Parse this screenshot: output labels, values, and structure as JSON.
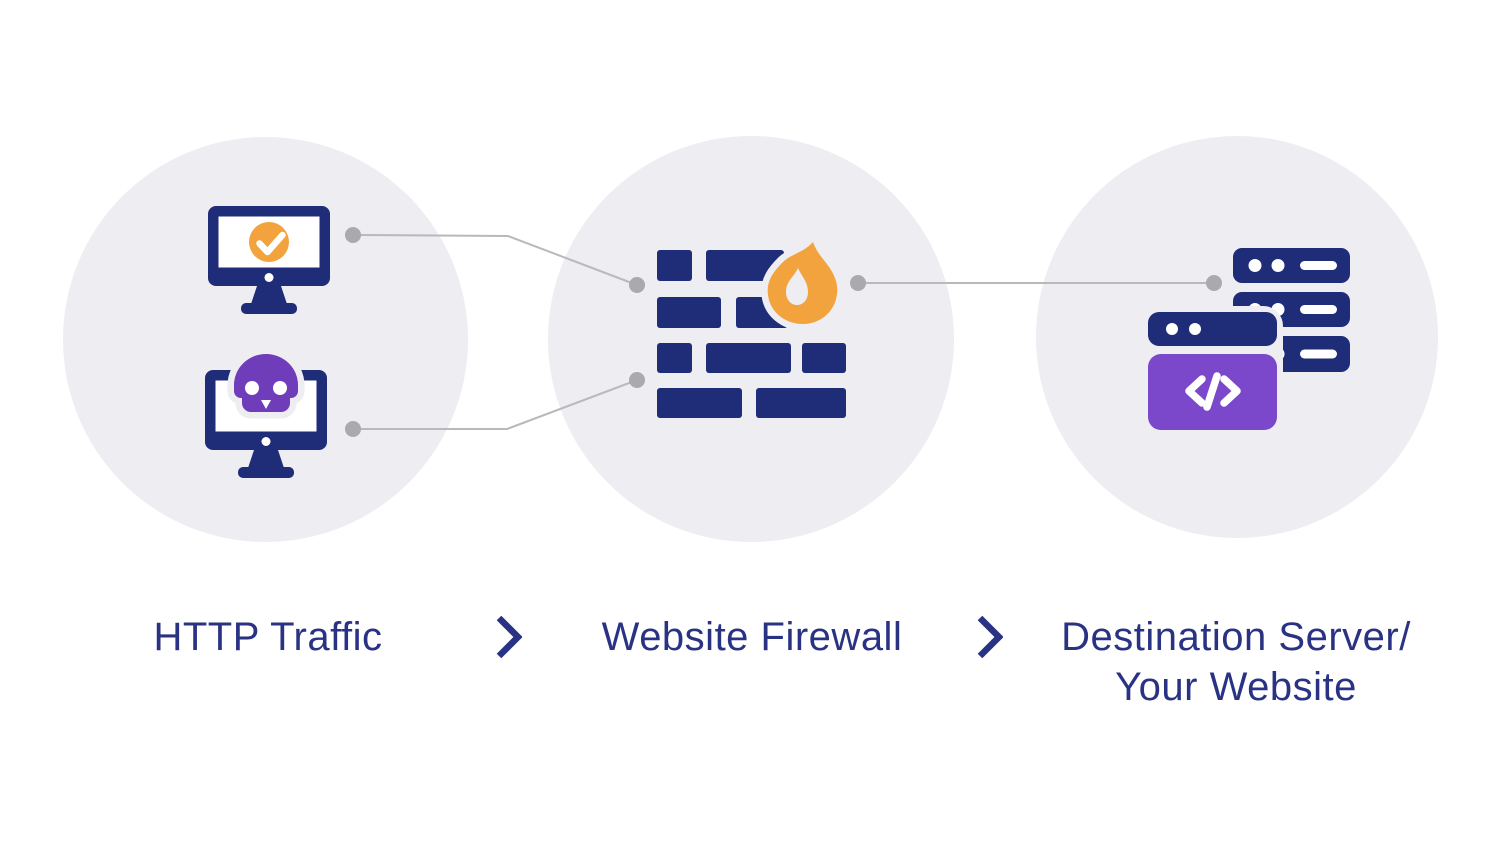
{
  "diagram": {
    "type": "process-flow",
    "description": "Web application firewall traffic flow"
  },
  "colors": {
    "navy": "#1f2c78",
    "orange": "#f2a33e",
    "purple_skull": "#6f3cba",
    "purple_browser": "#7b48cc",
    "circle_bg": "#ededf2",
    "line": "#b9b9bc",
    "dot": "#a9a9ae",
    "text": "#2a3383",
    "white": "#ffffff",
    "page_bg": "#ffffff"
  },
  "steps": [
    {
      "id": "http-traffic",
      "label": "HTTP Traffic",
      "icons": [
        "monitor-with-checkmark-icon",
        "monitor-with-skull-icon"
      ]
    },
    {
      "id": "website-firewall",
      "label": "Website Firewall",
      "icons": [
        "firewall-brick-wall-icon",
        "flame-icon"
      ]
    },
    {
      "id": "destination-server",
      "label_line1": "Destination Server/",
      "label_line2": "Your Website",
      "icons": [
        "server-stack-icon",
        "browser-code-window-icon"
      ]
    }
  ],
  "separators": [
    {
      "glyph": "chevron-right"
    },
    {
      "glyph": "chevron-right"
    }
  ]
}
